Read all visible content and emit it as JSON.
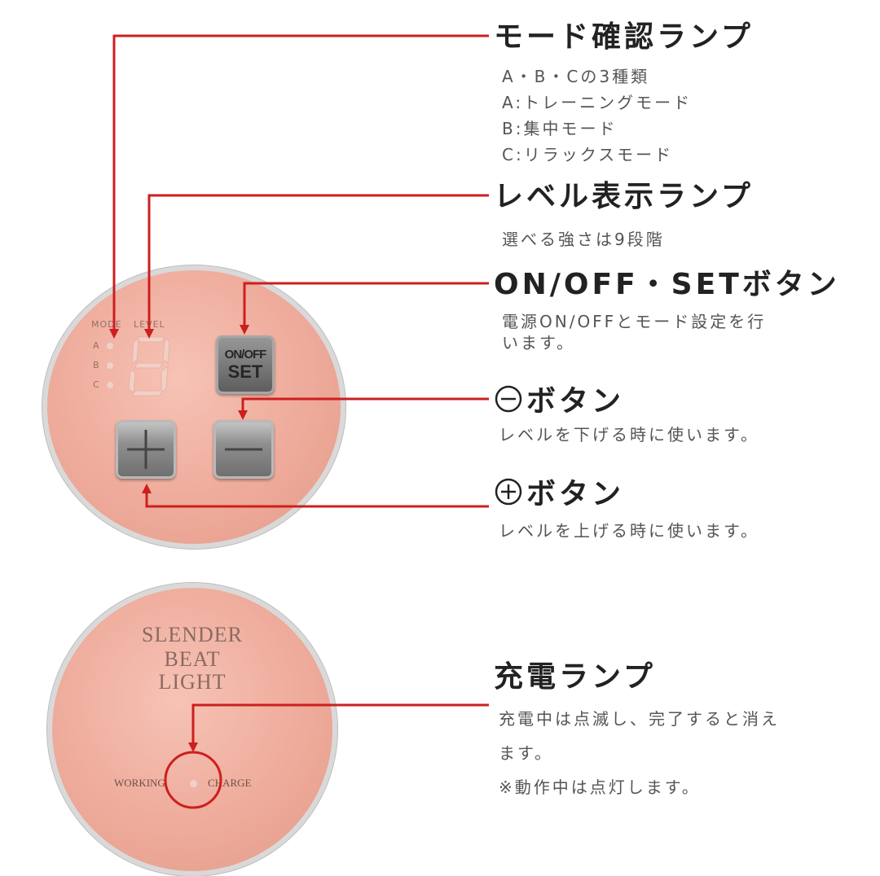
{
  "sections": [
    {
      "title": "モード確認ランプ",
      "lines": [
        "A・B・Cの3種類",
        "A:トレーニングモード",
        "B:集中モード",
        "C:リラックスモード"
      ]
    },
    {
      "title": "レベル表示ランプ",
      "lines": [
        "選べる強さは9段階"
      ]
    },
    {
      "title": "ON/OFF・SETボタン",
      "lines": [
        "電源ON/OFFとモード設定を行",
        "います。"
      ]
    },
    {
      "title": "ボタン",
      "icon": "circle-minus-icon",
      "lines": [
        "レベルを下げる時に使います。"
      ]
    },
    {
      "title": "ボタン",
      "icon": "circle-plus-icon",
      "lines": [
        "レベルを上げる時に使います。"
      ]
    },
    {
      "title": "充電ランプ",
      "lines": [
        "充電中は点滅し、完了すると消え",
        "ます。",
        "※動作中は点灯します。"
      ]
    }
  ],
  "device_top": {
    "mode_label": "MODE",
    "level_label": "LEVEL",
    "mode_letters": [
      "A",
      "B",
      "C"
    ],
    "onoff_button_line1": "ON/OFF",
    "onoff_button_line2": "SET"
  },
  "device_bottom": {
    "brand_line1": "SLENDER",
    "brand_line2": "BEAT",
    "brand_line3": "LIGHT",
    "working_label": "WORKING",
    "charge_label": "CHARGE"
  },
  "colors": {
    "arrow": "#cc1f1f",
    "device_face": "#eeaa9a",
    "title_text": "#222222",
    "desc_text": "#555555"
  }
}
